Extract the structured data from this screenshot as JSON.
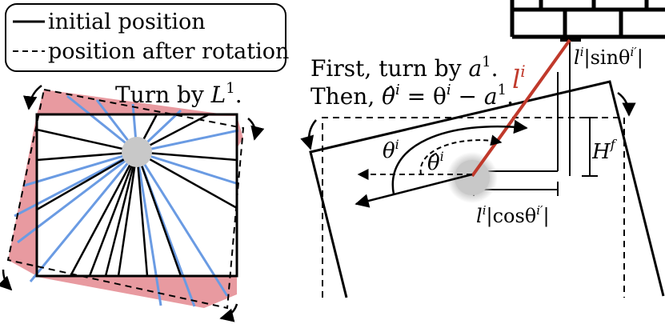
{
  "legend": {
    "solid_label": "initial position",
    "dashed_label": "position after rotation"
  },
  "left_panel": {
    "turn_label": "Turn by ",
    "turn_var": "L",
    "turn_sup": "1",
    "turn_end": "."
  },
  "right_panel": {
    "line1_text": "First, turn by ",
    "line1_var": "a",
    "line1_sup": "1",
    "line1_end": ".",
    "line2_text": "Then, ",
    "line2_formula": "θ̂",
    "line2_sup": "i",
    "line2_eq": " = θ",
    "line2_eq_sup": "i",
    "line2_minus": " − a",
    "line2_minus_sup": "1",
    "line2_end": ".",
    "cable_label": "l",
    "cable_sup": "i",
    "sin_label_l": "l",
    "sin_label_sup": "i",
    "sin_label_rest": "|sinθ",
    "sin_label_sup2": "i′",
    "sin_label_end": "|",
    "cos_label_l": "l",
    "cos_label_sup": "i",
    "cos_label_rest": "|cosθ",
    "cos_label_sup2": "i′",
    "cos_label_end": "|",
    "theta_label": "θ",
    "theta_sup": "i",
    "theta_hat_label": "θ̂",
    "theta_hat_sup": "i",
    "height_label": "H",
    "height_sup": "f"
  },
  "colors": {
    "cable_red": "#c0392b",
    "cable_blue": "#6a9be3",
    "fill_pink": "#e89aa0",
    "gray_circle": "#c8c8c8",
    "ink": "#000000"
  }
}
